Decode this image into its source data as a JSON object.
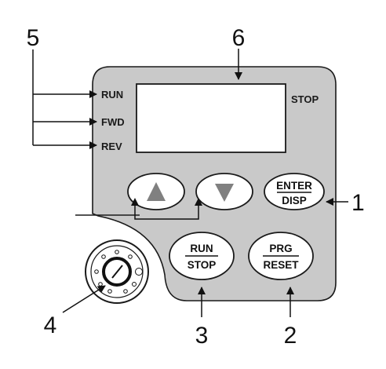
{
  "indicators": {
    "run": "RUN",
    "fwd": "FWD",
    "rev": "REV",
    "stop": "STOP"
  },
  "keys": {
    "up": {
      "icon": "triangle-up-icon"
    },
    "down": {
      "icon": "triangle-down-icon"
    },
    "enter": {
      "line1": "ENTER",
      "line2": "DISP"
    },
    "run": {
      "line1": "RUN",
      "line2": "STOP"
    },
    "prg": {
      "line1": "PRG",
      "line2": "RESET"
    },
    "potentiometer": {
      "icon": "knob-icon"
    }
  },
  "callouts": {
    "c1": "1",
    "c2": "2",
    "c3": "3",
    "c4": "4",
    "c5": "5",
    "c6": "6"
  },
  "colors": {
    "panel": "#c9c9c9",
    "key_face": "#ffffff",
    "arrow_glyph": "#808080",
    "outline": "#1a1a1a"
  }
}
